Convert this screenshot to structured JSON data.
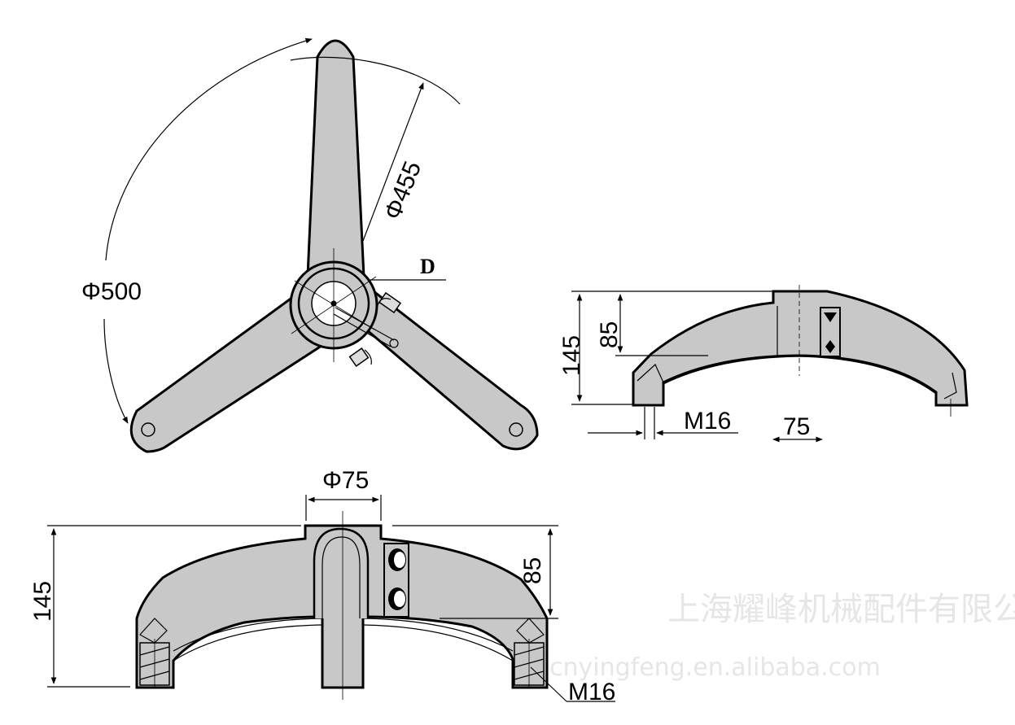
{
  "top_view": {
    "dia_outer": "Φ500",
    "dia_inner": "Φ455",
    "label_d": "D"
  },
  "side_view": {
    "height_total": "145",
    "height_upper": "85",
    "thread": "M16",
    "width": "75"
  },
  "front_view": {
    "dia_hub": "Φ75",
    "height_total": "145",
    "height_upper": "85",
    "thread": "M16"
  },
  "watermark": {
    "company": "上海耀峰机械配件有限公司",
    "website": "cnyingfeng.en.alibaba.com"
  }
}
